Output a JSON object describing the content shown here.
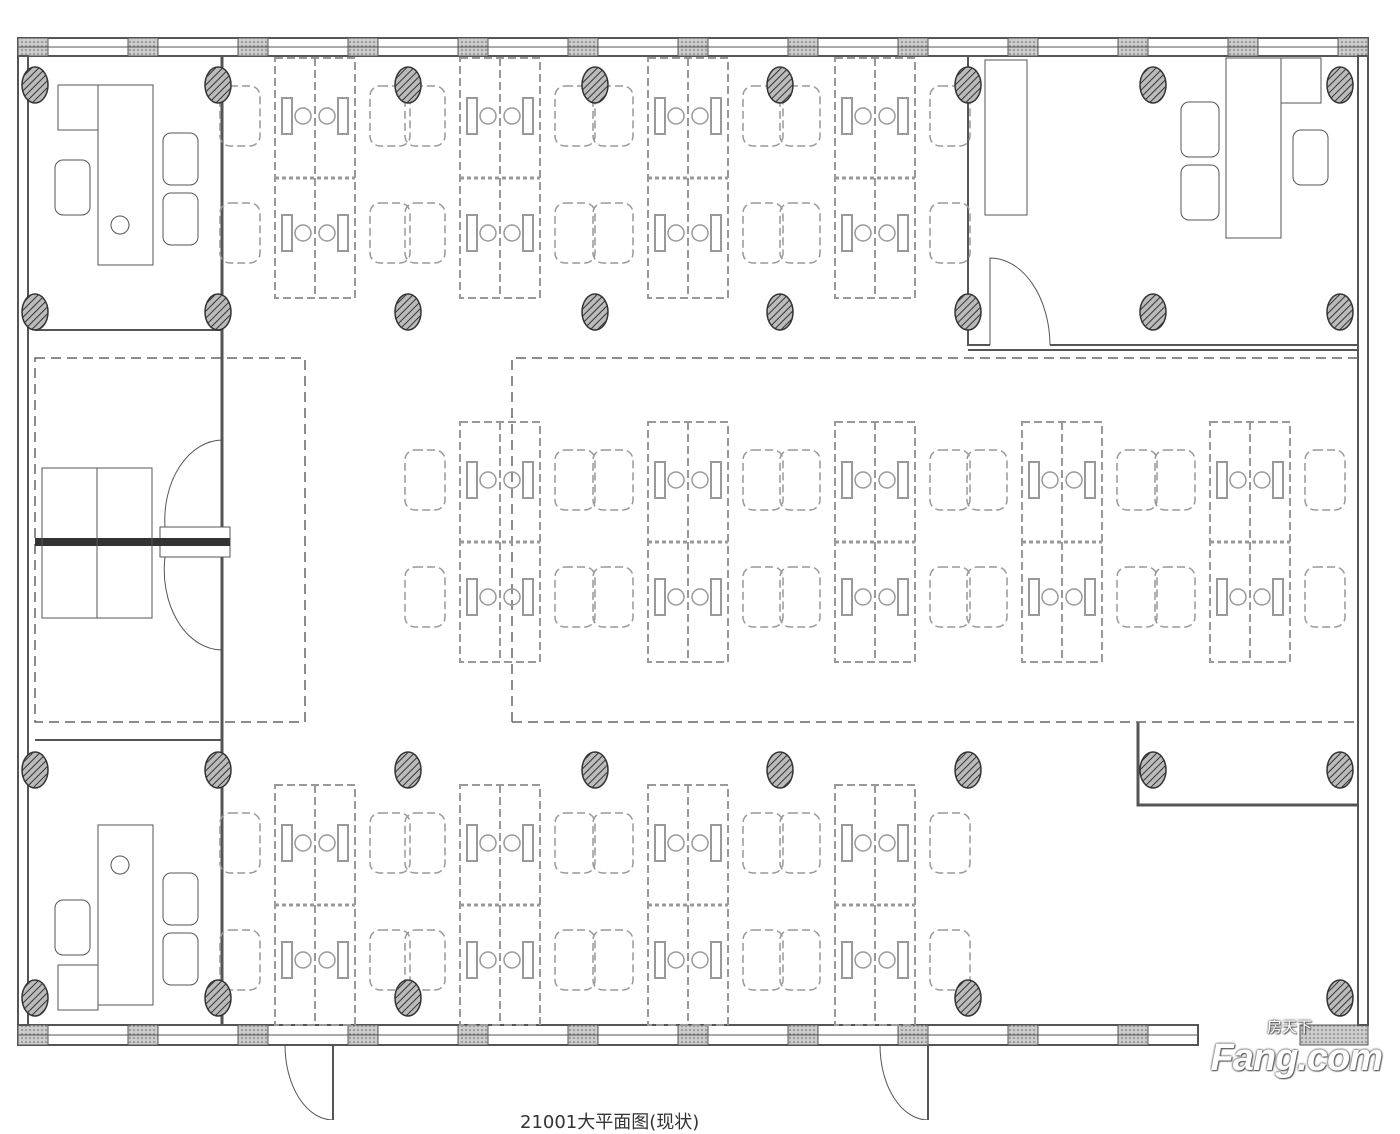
{
  "caption": "21001大平面图(现状)",
  "watermark": {
    "chinese": "房天下",
    "brand": "Fang.com"
  },
  "colors": {
    "wall": "#555555",
    "furniture": "#999999",
    "column": "#444444"
  }
}
